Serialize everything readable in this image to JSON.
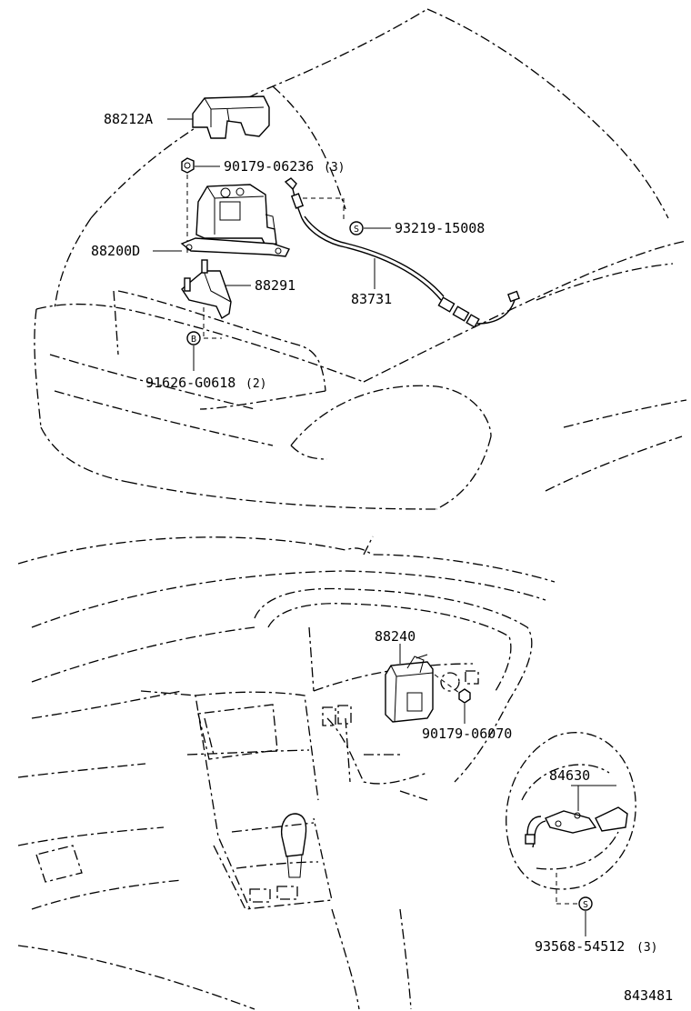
{
  "parts": {
    "p88212A": "88212A",
    "p90179_06236": "90179-06236",
    "p90179_06236_qty": "(3)",
    "p93219_15008": "93219-15008",
    "p88200D": "88200D",
    "p88291": "88291",
    "p83731": "83731",
    "p91626_G0618": "91626-G0618",
    "p91626_G0618_qty": "(2)",
    "p88240": "88240",
    "p90179_06070": "90179-06070",
    "p84630": "84630",
    "p93568_54512": "93568-54512",
    "p93568_54512_qty": "(3)"
  },
  "symbols": {
    "s_symbol": "S",
    "b_symbol": "B"
  },
  "drawing_number": "843481"
}
